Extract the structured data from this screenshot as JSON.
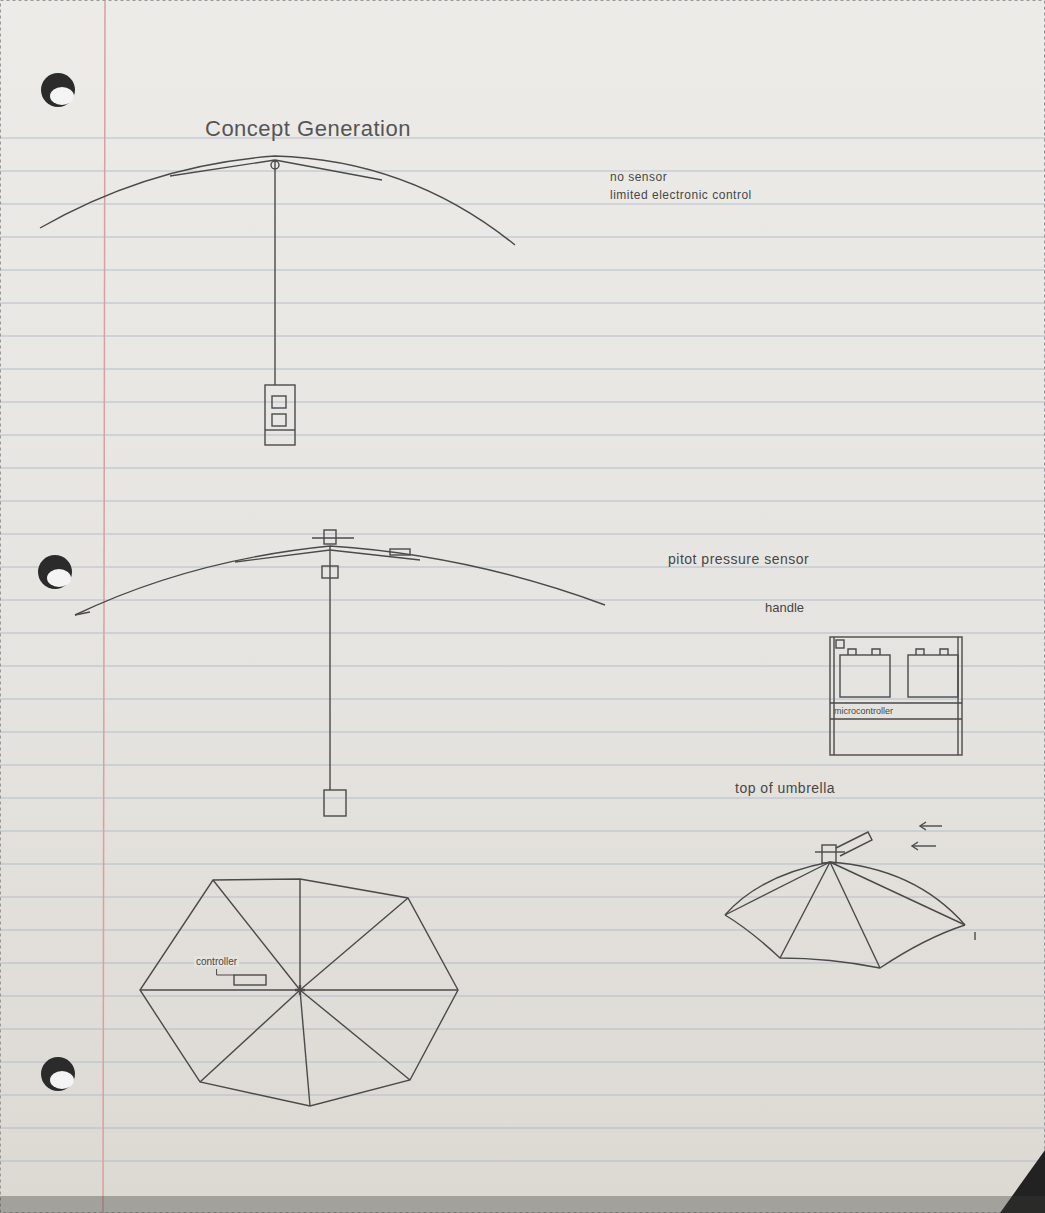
{
  "diagram": {
    "title": "Concept Generation",
    "nodes": [
      {
        "text": [
          "handle",
          "microcontroller"
        ]
      },
      {
        "text": [
          "controller"
        ]
      }
    ],
    "labels": [
      "no sensor",
      "limited electronic control",
      "pitot pressure sensor",
      "top of umbrella"
    ]
  }
}
